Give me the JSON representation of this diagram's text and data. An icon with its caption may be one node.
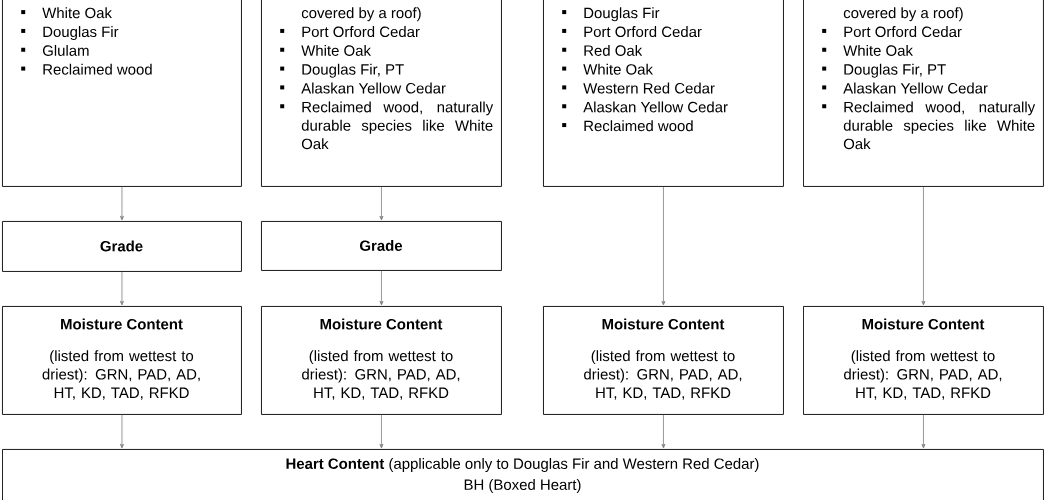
{
  "diagram": {
    "nodes": [
      {
        "text": [
          "White Oak",
          "Douglas Fir",
          "Glulam",
          "Reclaimed wood"
        ]
      },
      {
        "text": [
          "covered by a roof)",
          "Port Orford Cedar",
          "White Oak",
          "Douglas Fir, PT",
          "Alaskan Yellow Cedar",
          "Reclaimed wood, naturally durable species like White Oak"
        ]
      },
      {
        "text": [
          "Douglas Fir",
          "Port Orford Cedar",
          "Red Oak",
          "White Oak",
          "Western Red Cedar",
          "Alaskan Yellow Cedar",
          "Reclaimed wood"
        ]
      },
      {
        "text": [
          "covered by a roof)",
          "Port Orford Cedar",
          "White Oak",
          "Douglas Fir, PT",
          "Alaskan Yellow Cedar",
          "Reclaimed wood, naturally durable species like White Oak"
        ]
      },
      {
        "text": [
          "Grade"
        ]
      },
      {
        "text": [
          "Grade"
        ]
      },
      {
        "text": [
          "Moisture Content",
          "(listed from wettest to driest): GRN, PAD, AD, HT, KD, TAD, RFKD"
        ]
      },
      {
        "text": [
          "Moisture Content",
          "(listed from wettest to driest): GRN, PAD, AD, HT, KD, TAD, RFKD"
        ]
      },
      {
        "text": [
          "Moisture Content",
          "(listed from wettest to driest): GRN, PAD, AD, HT, KD, TAD, RFKD"
        ]
      },
      {
        "text": [
          "Moisture Content",
          "(listed from wettest to driest): GRN, PAD, AD, HT, KD, TAD, RFKD"
        ]
      },
      {
        "text": [
          "**Heart Content** (applicable only to Douglas Fir and Western Red Cedar)",
          "BH (Boxed Heart)"
        ]
      }
    ],
    "edges": [
      {
        "from": 0,
        "to": 4,
        "arrow": "to"
      },
      {
        "from": 1,
        "to": 5,
        "arrow": "to"
      },
      {
        "from": 2,
        "to": 8,
        "arrow": "to"
      },
      {
        "from": 3,
        "to": 9,
        "arrow": "to"
      },
      {
        "from": 4,
        "to": 6,
        "arrow": "to"
      },
      {
        "from": 5,
        "to": 7,
        "arrow": "to"
      },
      {
        "from": 6,
        "to": 10,
        "arrow": "to"
      },
      {
        "from": 7,
        "to": 10,
        "arrow": "to"
      },
      {
        "from": 8,
        "to": 10,
        "arrow": "to"
      },
      {
        "from": 9,
        "to": 10,
        "arrow": "to"
      }
    ]
  }
}
